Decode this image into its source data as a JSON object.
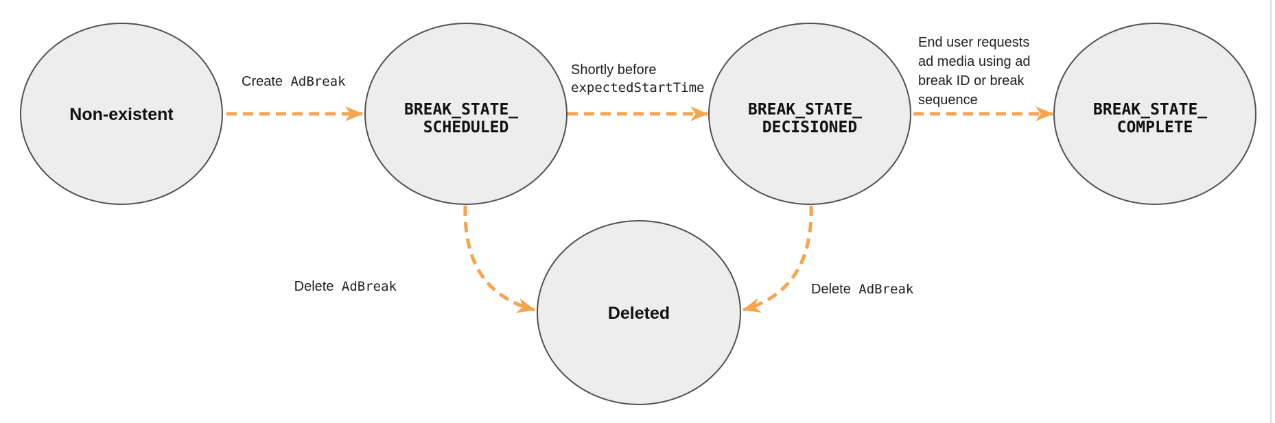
{
  "diagram": {
    "type": "state-diagram",
    "subject": "ad-break-lifecycle",
    "colors": {
      "node_fill": "#ededed",
      "node_border": "#515151",
      "arrow": "#f6a44d",
      "text": "#1f1f1f",
      "page_edge_line": "#d8d8d8"
    },
    "states": [
      {
        "id": "non-existent",
        "label": "Non-existent"
      },
      {
        "id": "break-state-scheduled",
        "line1": "BREAK_STATE_",
        "line2": "SCHEDULED"
      },
      {
        "id": "break-state-decisioned",
        "line1": "BREAK_STATE_",
        "line2": "DECISIONED"
      },
      {
        "id": "break-state-complete",
        "line1": "BREAK_STATE_",
        "line2": "COMPLETE"
      },
      {
        "id": "deleted",
        "label": "Deleted"
      }
    ],
    "transitions": [
      {
        "from": "non-existent",
        "to": "break-state-scheduled",
        "label_plain": "Create",
        "label_code": "AdBreak"
      },
      {
        "from": "break-state-scheduled",
        "to": "break-state-decisioned",
        "line1_plain": "Shortly before",
        "line2_code": "expectedStartTime"
      },
      {
        "from": "break-state-decisioned",
        "to": "break-state-complete",
        "lines": [
          "End user requests",
          "ad media using ad",
          "break ID or break",
          "sequence"
        ]
      },
      {
        "from": "break-state-scheduled",
        "to": "deleted",
        "label_plain": "Delete",
        "label_code": "AdBreak"
      },
      {
        "from": "break-state-decisioned",
        "to": "deleted",
        "label_plain": "Delete",
        "label_code": "AdBreak"
      }
    ]
  }
}
